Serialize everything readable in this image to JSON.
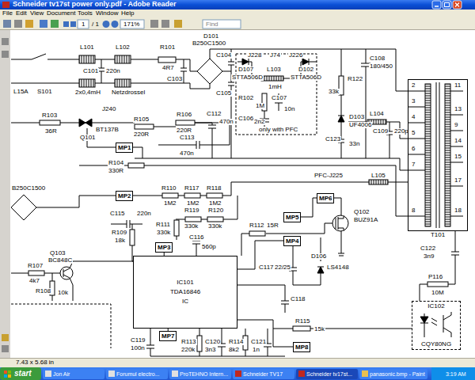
{
  "diagram": {
    "nodes": [
      {
        "text": [
          "IC101",
          "TDA16846",
          "IC"
        ]
      },
      {
        "text": [
          "MP1"
        ]
      },
      {
        "text": [
          "MP2"
        ]
      },
      {
        "text": [
          "MP3"
        ]
      },
      {
        "text": [
          "MP4"
        ]
      },
      {
        "text": [
          "MP5"
        ]
      },
      {
        "text": [
          "MP6"
        ]
      },
      {
        "text": [
          "MP7"
        ]
      },
      {
        "text": [
          "MP8"
        ]
      },
      {
        "text": [
          "T101"
        ]
      },
      {
        "text": [
          "IC102",
          "CQY80NG"
        ]
      }
    ],
    "edges": [
      {
        "from": 3,
        "to": 0,
        "arrow": "none"
      },
      {
        "from": 7,
        "to": 0,
        "arrow": "none"
      },
      {
        "from": 4,
        "to": 0,
        "arrow": "none"
      },
      {
        "from": 8,
        "to": 0,
        "arrow": "none"
      }
    ],
    "labels": [
      "Schneider tv17st power only.pdf - Adobe Reader",
      "File",
      "Edit",
      "View",
      "Document",
      "Tools",
      "Window",
      "Help",
      "1",
      "/ 1",
      "171%",
      "Find",
      "7.43 x 5.68 in",
      "start",
      "Jon Air",
      "Forumul electro...",
      "ProTEHNO Intern...",
      "Schneider TV17",
      "Schneider tv17st...",
      "panasonic.bmp - Paint",
      "3:19 AM",
      "L15A",
      "S101",
      "L101",
      "L102",
      "C101",
      "220n",
      "2x0,4mH",
      "Netzdrossel",
      "R101",
      "4R7",
      "D101",
      "B250C1500",
      "C103",
      "C104",
      "C105",
      "J228",
      "J74",
      "J226",
      "L103",
      "1mH",
      "D107",
      "STTA506D",
      "D102",
      "STTA506D",
      "R102",
      "1M",
      "C106",
      "2n2",
      "C107",
      "10n",
      "only with PFC",
      "R122",
      "33k",
      "D103",
      "UF4006",
      "C123",
      "33n",
      "C108",
      "180/450",
      "L104",
      "C109",
      "220p",
      "J240",
      "R103",
      "36R",
      "BT137B",
      "Q101",
      "R105",
      "220R",
      "R106",
      "220R",
      "C112",
      "470n",
      "C113",
      "470n",
      "R104",
      "330R",
      "B250C1500",
      "R110",
      "1M2",
      "R117",
      "1M2",
      "R118",
      "1M2",
      "PFC-J225",
      "L105",
      "C115",
      "220n",
      "R109",
      "18k",
      "R119",
      "330k",
      "R120",
      "330k",
      "R111",
      "330k",
      "C116",
      "560p",
      "R112",
      "15R",
      "Q102",
      "BUZ91A",
      "R107",
      "4k7",
      "Q103",
      "BC848C",
      "R108",
      "10k",
      "C117",
      "22/25",
      "D106",
      "LS4148",
      "C118",
      "C122",
      "3n9",
      "P116",
      "10M",
      "C119",
      "100n",
      "R113",
      "220k",
      "C120",
      "3n3",
      "R114",
      "8k2",
      "C121",
      "1n",
      "R115",
      "15k",
      "2",
      "3",
      "4",
      "5",
      "6",
      "7",
      "8",
      "11",
      "13",
      "9",
      "14",
      "15",
      "17",
      "18"
    ]
  }
}
